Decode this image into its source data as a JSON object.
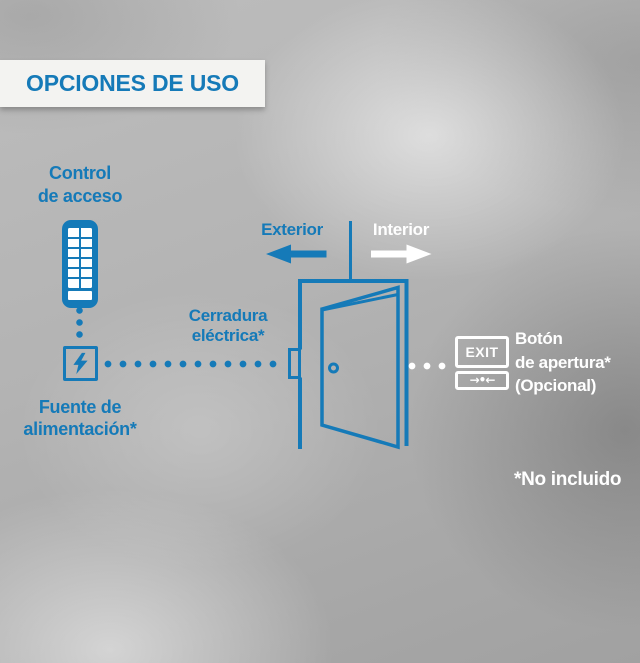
{
  "colors": {
    "blue": "#157ab8",
    "white": "#ffffff",
    "panel": "#f3f3f1"
  },
  "header": {
    "title": "OPCIONES DE USO"
  },
  "diagram": {
    "access_control": {
      "label_line1": "Control",
      "label_line2": "de acceso"
    },
    "power_source": {
      "label_line1": "Fuente de",
      "label_line2": "alimentación*"
    },
    "electric_lock": {
      "label_line1": "Cerradura",
      "label_line2": "eléctrica*"
    },
    "sides": {
      "exterior": "Exterior",
      "interior": "Interior"
    },
    "exit_button": {
      "text": "EXIT",
      "symbol": "→•←",
      "label_line1": "Botón",
      "label_line2": "de apertura*",
      "label_line3": "(Opcional)"
    },
    "footnote": "*No incluido"
  }
}
